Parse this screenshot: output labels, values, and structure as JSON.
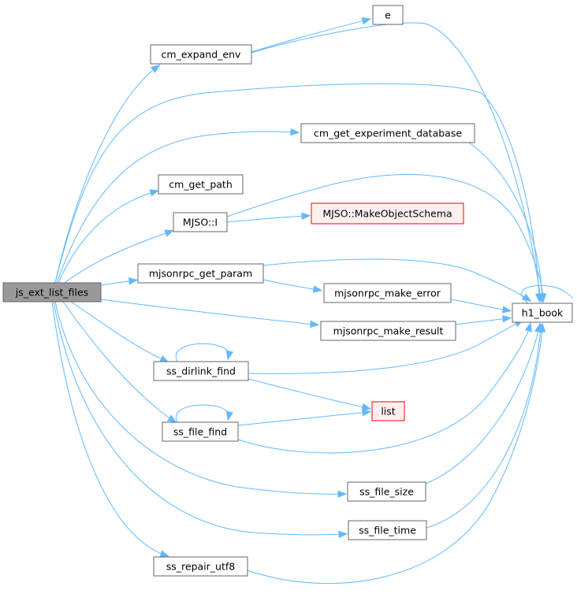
{
  "graph": {
    "style": {
      "edge_color": "#63b8ff",
      "node_border": "#666666",
      "root_fill": "#999999",
      "missing_border": "#ff0000",
      "missing_fill": "#fff0f0"
    },
    "nodes": {
      "js_ext_list_files": {
        "label": "js_ext_list_files",
        "kind": "root"
      },
      "cm_expand_env": {
        "label": "cm_expand_env",
        "kind": "normal"
      },
      "e": {
        "label": "e",
        "kind": "normal"
      },
      "cm_get_experiment_database": {
        "label": "cm_get_experiment_database",
        "kind": "normal"
      },
      "cm_get_path": {
        "label": "cm_get_path",
        "kind": "normal"
      },
      "mjso_i": {
        "label": "MJSO::I",
        "kind": "normal"
      },
      "mjso_makeobjectschema": {
        "label": "MJSO::MakeObjectSchema",
        "kind": "missing"
      },
      "mjsonrpc_get_param": {
        "label": "mjsonrpc_get_param",
        "kind": "normal"
      },
      "mjsonrpc_make_error": {
        "label": "mjsonrpc_make_error",
        "kind": "normal"
      },
      "mjsonrpc_make_result": {
        "label": "mjsonrpc_make_result",
        "kind": "normal"
      },
      "h1_book": {
        "label": "h1_book",
        "kind": "normal"
      },
      "ss_dirlink_find": {
        "label": "ss_dirlink_find",
        "kind": "normal"
      },
      "list": {
        "label": "list",
        "kind": "missing"
      },
      "ss_file_find": {
        "label": "ss_file_find",
        "kind": "normal"
      },
      "ss_file_size": {
        "label": "ss_file_size",
        "kind": "normal"
      },
      "ss_file_time": {
        "label": "ss_file_time",
        "kind": "normal"
      },
      "ss_repair_utf8": {
        "label": "ss_repair_utf8",
        "kind": "normal"
      }
    },
    "edges": [
      [
        "js_ext_list_files",
        "cm_expand_env"
      ],
      [
        "js_ext_list_files",
        "h1_book"
      ],
      [
        "js_ext_list_files",
        "cm_get_experiment_database"
      ],
      [
        "js_ext_list_files",
        "cm_get_path"
      ],
      [
        "js_ext_list_files",
        "mjso_i"
      ],
      [
        "js_ext_list_files",
        "mjsonrpc_get_param"
      ],
      [
        "js_ext_list_files",
        "mjsonrpc_make_result"
      ],
      [
        "js_ext_list_files",
        "ss_dirlink_find"
      ],
      [
        "js_ext_list_files",
        "ss_file_find"
      ],
      [
        "js_ext_list_files",
        "ss_file_size"
      ],
      [
        "js_ext_list_files",
        "ss_file_time"
      ],
      [
        "js_ext_list_files",
        "ss_repair_utf8"
      ],
      [
        "cm_expand_env",
        "e"
      ],
      [
        "cm_expand_env",
        "h1_book"
      ],
      [
        "cm_get_experiment_database",
        "h1_book"
      ],
      [
        "mjso_i",
        "h1_book"
      ],
      [
        "mjso_i",
        "mjso_makeobjectschema"
      ],
      [
        "mjsonrpc_get_param",
        "h1_book"
      ],
      [
        "mjsonrpc_get_param",
        "mjsonrpc_make_error"
      ],
      [
        "mjsonrpc_make_error",
        "h1_book"
      ],
      [
        "mjsonrpc_make_result",
        "h1_book"
      ],
      [
        "h1_book",
        "h1_book"
      ],
      [
        "ss_dirlink_find",
        "h1_book"
      ],
      [
        "ss_dirlink_find",
        "list"
      ],
      [
        "ss_dirlink_find",
        "ss_dirlink_find"
      ],
      [
        "ss_file_find",
        "h1_book"
      ],
      [
        "ss_file_find",
        "list"
      ],
      [
        "ss_file_find",
        "ss_file_find"
      ],
      [
        "ss_file_size",
        "h1_book"
      ],
      [
        "ss_file_time",
        "h1_book"
      ],
      [
        "ss_repair_utf8",
        "h1_book"
      ]
    ]
  }
}
